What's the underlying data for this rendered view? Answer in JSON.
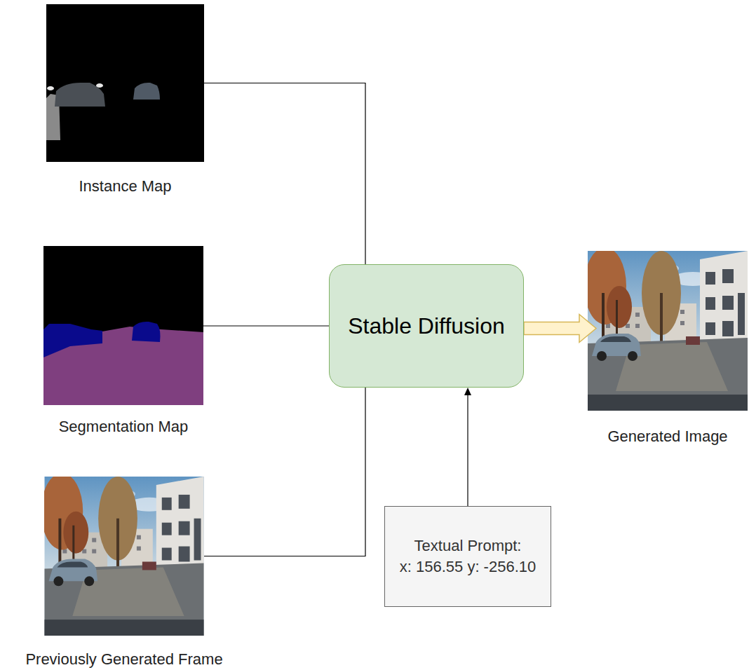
{
  "diagram": {
    "nodes": [
      {
        "text": [
          "Instance Map"
        ]
      },
      {
        "text": [
          "Segmentation Map"
        ]
      },
      {
        "text": [
          "Previously Generated Frame"
        ]
      },
      {
        "text": [
          "Stable Diffusion"
        ]
      },
      {
        "text": [
          "Textual Prompt:",
          "x: 156.55 y: -256.10"
        ]
      },
      {
        "text": [
          "Generated Image"
        ]
      }
    ],
    "edges": [
      {
        "from": 0,
        "to": 3,
        "arrow": "none"
      },
      {
        "from": 1,
        "to": 3,
        "arrow": "none"
      },
      {
        "from": 2,
        "to": 3,
        "arrow": "none"
      },
      {
        "from": 4,
        "to": 3,
        "arrow": "to"
      },
      {
        "from": 3,
        "to": 5,
        "arrow": "to"
      }
    ]
  }
}
